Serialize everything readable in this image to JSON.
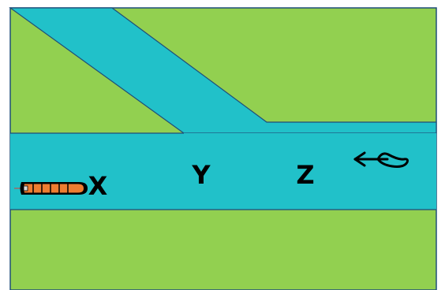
{
  "colors": {
    "land": "#92D050",
    "water": "#21C1C9",
    "border": "#1F4E79",
    "boat_body": "#ED7D31",
    "boat_outline": "#000000"
  },
  "labels": {
    "x": "X",
    "y": "Y",
    "z": "Z"
  },
  "icons": {
    "boat": "barge-icon",
    "current": "current-arrow-icon"
  }
}
